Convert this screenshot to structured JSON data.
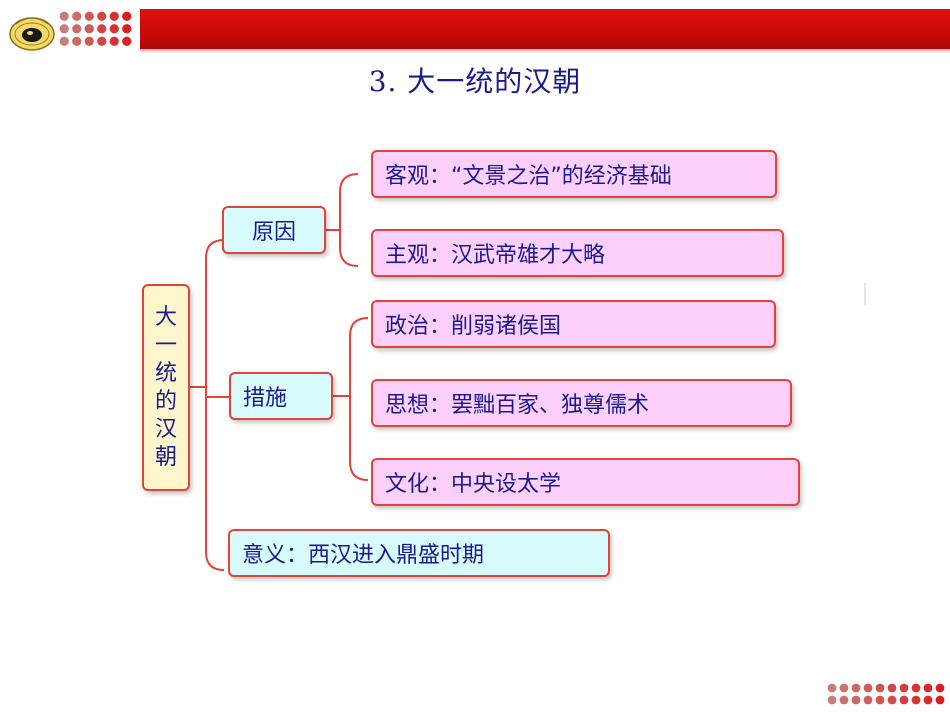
{
  "title": "3. 大一统的汉朝",
  "root": {
    "label_chars": [
      "大",
      "一",
      "统",
      "的",
      "汉",
      "朝"
    ]
  },
  "branches": {
    "reason": {
      "label": "原因",
      "items": [
        "客观：“文景之治”的经济基础",
        "主观：汉武帝雄才大略"
      ]
    },
    "measures": {
      "label": "措施",
      "items": [
        "政治：削弱诸侯国",
        "思想：罢黜百家、独尊儒术",
        "文化：中央设太学"
      ]
    },
    "significance": {
      "label": "意义：西汉进入鼎盛时期"
    }
  },
  "colors": {
    "header_band": "#d40e0e",
    "title_text": "#1a1a8c",
    "node_border": "#e0443a",
    "branch_fill": "#d8fbfb",
    "leaf_fill": "#fdd0fb",
    "root_fill": "#fdf6cc",
    "connector": "#e0443a"
  },
  "icons": {
    "logo": "round-emblem-logo",
    "dots_top": "red-dot-pattern",
    "dots_bottom": "red-dot-pattern"
  }
}
